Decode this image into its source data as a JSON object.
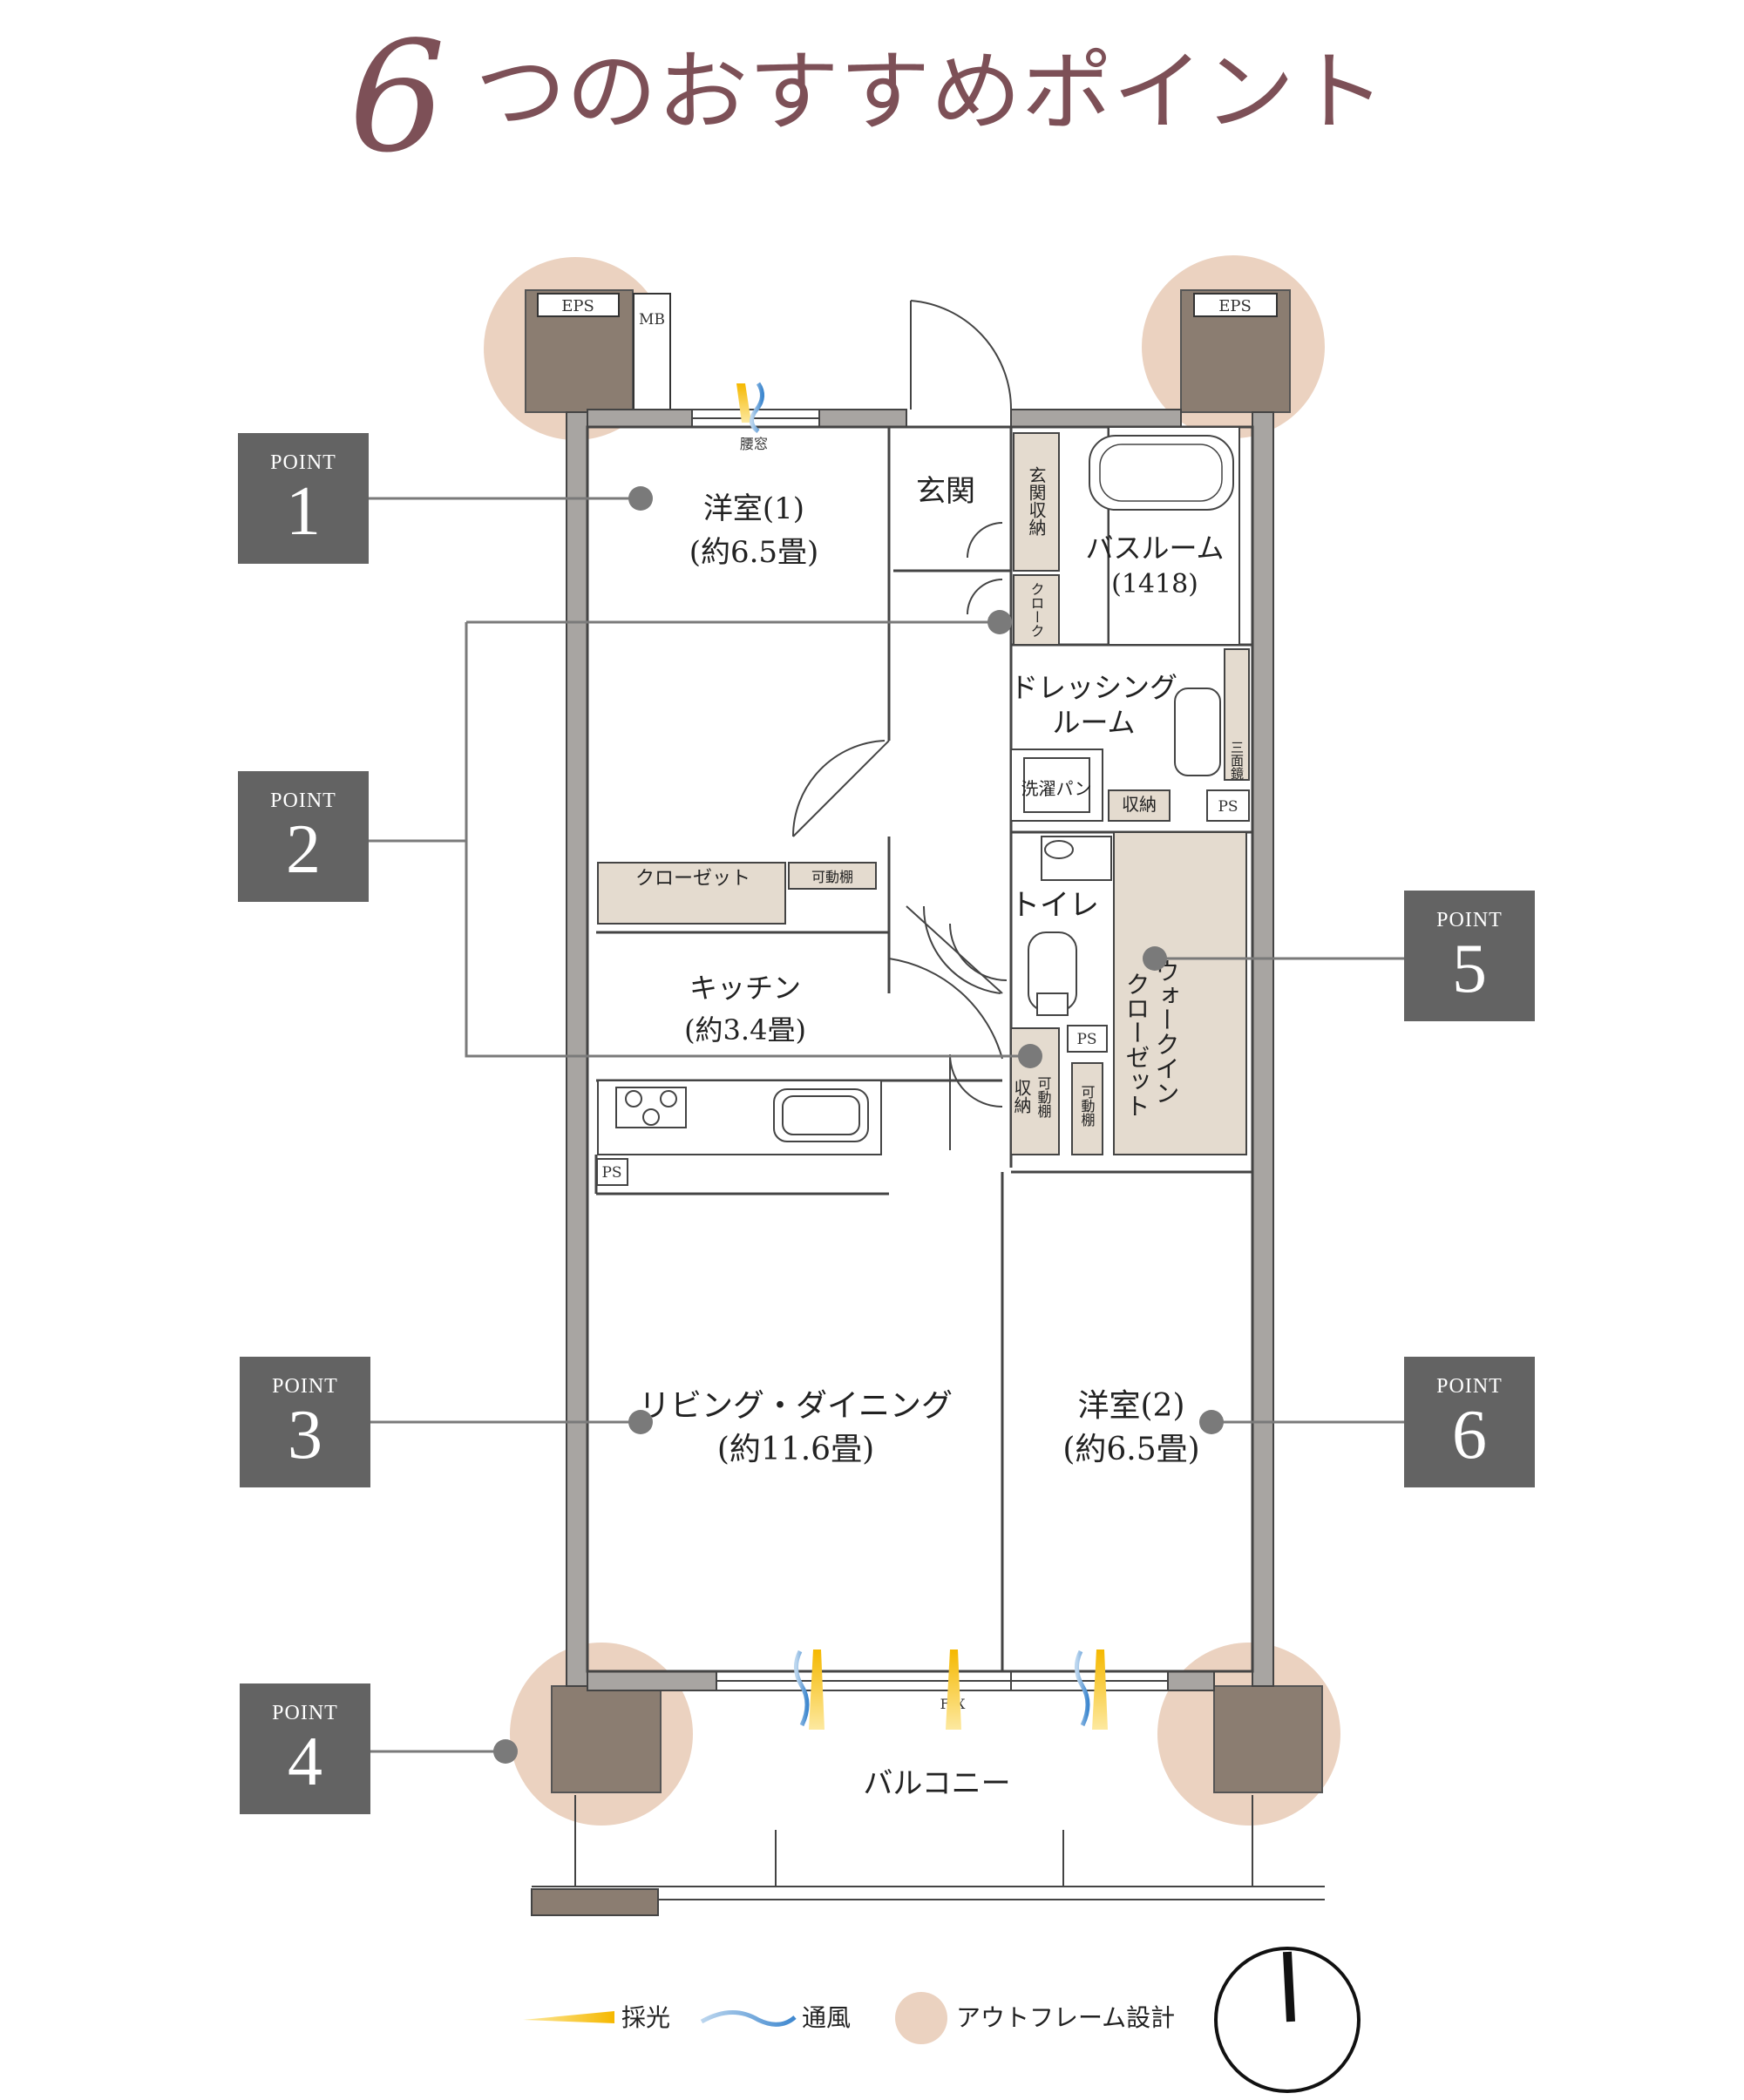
{
  "title": {
    "number": "6",
    "text": "つのおすすめポイント"
  },
  "points": [
    {
      "label": "POINT",
      "number": "1"
    },
    {
      "label": "POINT",
      "number": "2"
    },
    {
      "label": "POINT",
      "number": "3"
    },
    {
      "label": "POINT",
      "number": "4"
    },
    {
      "label": "POINT",
      "number": "5"
    },
    {
      "label": "POINT",
      "number": "6"
    }
  ],
  "rooms": {
    "western1_name": "洋室(1)",
    "western1_size": "(約6.5畳)",
    "entrance": "玄関",
    "entrance_storage": "玄関収納",
    "bathroom_name": "バスルーム",
    "bathroom_size": "(1418)",
    "cloak": "クローク",
    "dressing_line1": "ドレッシング",
    "dressing_line2": "ルーム",
    "washing_pan": "洗濯パン",
    "storage": "収納",
    "three_mirror": "三面鏡",
    "toilet": "トイレ",
    "closet": "クローゼット",
    "movable_shelf": "可動棚",
    "kitchen_name": "キッチン",
    "kitchen_size": "(約3.4畳)",
    "walkin_line1": "ウォークイン",
    "walkin_line2": "クローゼット",
    "living_name": "リビング・ダイニング",
    "living_size": "(約11.6畳)",
    "western2_name": "洋室(2)",
    "western2_size": "(約6.5畳)",
    "balcony": "バルコニー"
  },
  "labels": {
    "eps": "EPS",
    "mb": "MB",
    "ps": "PS",
    "koshimado": "腰窓",
    "fix": "FIX"
  },
  "legend": {
    "light": "採光",
    "ventilation": "通風",
    "outframe": "アウトフレーム設計"
  },
  "colors": {
    "title": "#7d5057",
    "point_box": "#636363",
    "highlight_circle": "#ebd2c0",
    "column": "#8b7d71",
    "wall": "#a8a5a2",
    "storage_fill": "#e4dbcf",
    "light": "#f5b800",
    "wind": "#5b9bd5"
  }
}
